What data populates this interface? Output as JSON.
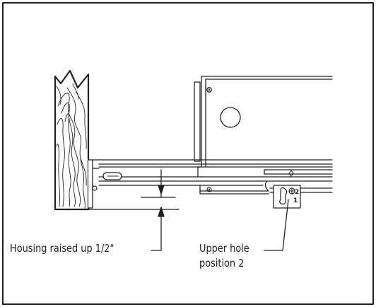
{
  "callouts": {
    "housing_raised": "Housing raised up 1/2\"",
    "upper_hole": [
      "Upper hole",
      "position 2"
    ]
  },
  "hole_labels": {
    "position_2": "2",
    "position_1": "1"
  },
  "colors": {
    "line": "#231f20",
    "background": "#ffffff"
  }
}
